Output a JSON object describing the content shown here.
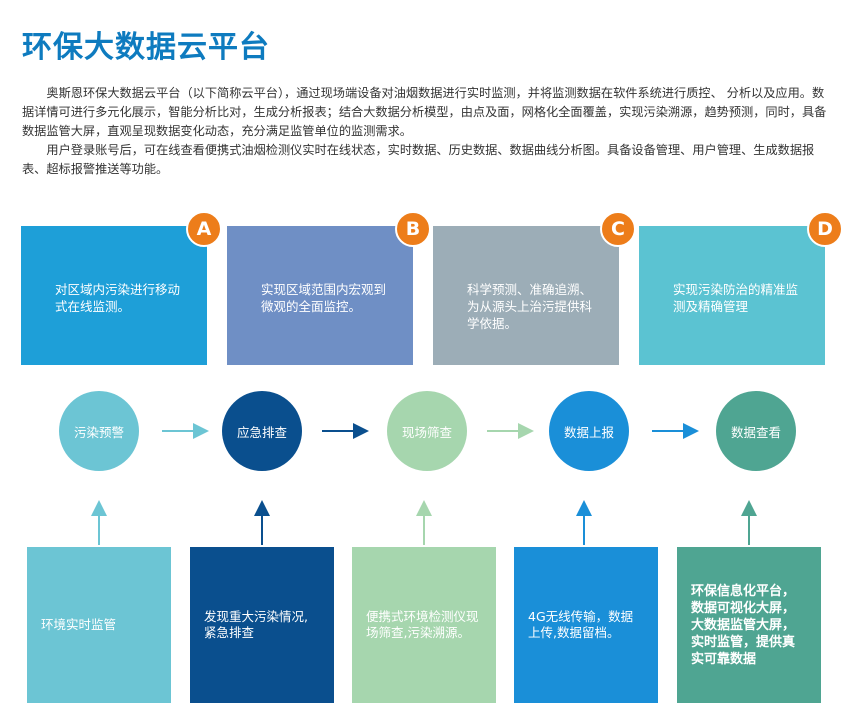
{
  "title": "环保大数据云平台",
  "intro": {
    "p1": "奥斯恩环保大数据云平台（以下简称云平台），通过现场端设备对油烟数据进行实时监测，并将监测数据在软件系统进行质控、 分析以及应用。数据详情可进行多元化展示，智能分析比对，生成分析报表；结合大数据分析模型，由点及面，网格化全面覆盖，实现污染溯源，趋势预测，同时，具备数据监管大屏，直观呈现数据变化动态，充分满足监管单位的监测需求。",
    "p2": "用户登录账号后，可在线查看便携式油烟检测仪实时在线状态，实时数据、历史数据、数据曲线分析图。具备设备管理、用户管理、生成数据报表、超标报警推送等功能。"
  },
  "benefits": [
    {
      "badge": "A",
      "text": "对区域内污染进行移动式在线监测。",
      "color": "#1e9fd8"
    },
    {
      "badge": "B",
      "text": "实现区域范围内宏观到微观的全面监控。",
      "color": "#6f8fc5"
    },
    {
      "badge": "C",
      "text": "科学预测、准确追溯、为从源头上治污提供科学依据。",
      "color": "#9cadb7"
    },
    {
      "badge": "D",
      "text": "实现污染防治的精准监测及精确管理",
      "color": "#5bc3d2"
    }
  ],
  "steps": [
    {
      "label": "污染预警",
      "color": "#6cc5d4"
    },
    {
      "label": "应急排查",
      "color": "#0a4f8e"
    },
    {
      "label": "现场筛查",
      "color": "#a6d6ae"
    },
    {
      "label": "数据上报",
      "color": "#1a8fd8"
    },
    {
      "label": "数据查看",
      "color": "#4fa592"
    }
  ],
  "details": [
    {
      "text": "环境实时监管",
      "color": "#6cc5d4"
    },
    {
      "text": "发现重大污染情况,紧急排查",
      "color": "#0a4f8e"
    },
    {
      "text": "便携式环境检测仪现场筛查,污染溯源。",
      "color": "#a6d6ae"
    },
    {
      "text": "4G无线传输，数据上传,数据留档。",
      "color": "#1a8fd8"
    },
    {
      "text": "环保信息化平台，数据可视化大屏，大数据监管大屏，实时监管，提供真实可靠数据",
      "color": "#4fa592"
    }
  ],
  "colors": {
    "title": "#0e7bbf",
    "badge": "#ed7d1a",
    "arrow1": "#6cc5d4",
    "arrow2": "#0a4f8e",
    "arrow3": "#a6d6ae",
    "arrow4": "#1a8fd8"
  }
}
